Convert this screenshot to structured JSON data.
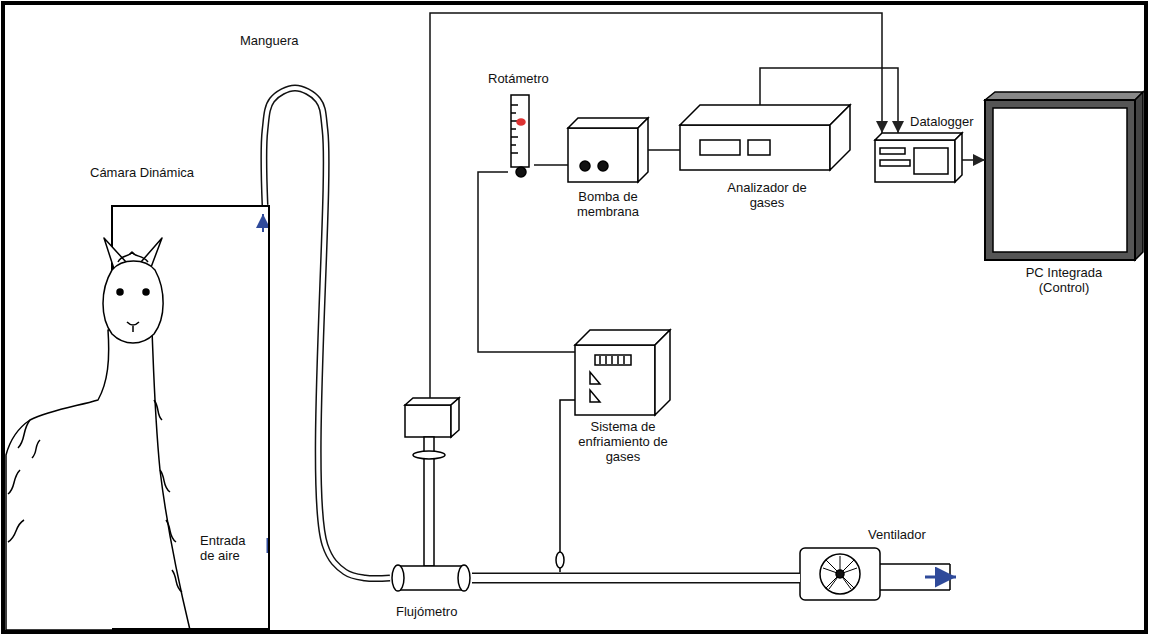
{
  "diagram": {
    "nodes": [
      {
        "text": [
          "Cámara Dinámica"
        ]
      },
      {
        "text": [
          "Flujómetro"
        ]
      },
      {
        "text": [
          "Sistema de enfriamiento de gases"
        ]
      },
      {
        "text": [
          "Rotámetro"
        ]
      },
      {
        "text": [
          "Bomba de membrana"
        ]
      },
      {
        "text": [
          "Analizador de gases"
        ]
      },
      {
        "text": [
          "Datalogger"
        ]
      },
      {
        "text": [
          "PC Integrada (Control)"
        ]
      },
      {
        "text": [
          "Ventilador"
        ]
      }
    ],
    "edges": [
      {
        "from": 0,
        "to": 1,
        "arrow": "none",
        "label": "Manguera"
      },
      {
        "from": 1,
        "to": 8,
        "arrow": "none"
      },
      {
        "from": 1,
        "to": 6,
        "arrow": "to"
      },
      {
        "from": 5,
        "to": 6,
        "arrow": "to"
      },
      {
        "from": 6,
        "to": 7,
        "arrow": "to"
      },
      {
        "from": 2,
        "to": 3,
        "arrow": "none"
      },
      {
        "from": 3,
        "to": 4,
        "arrow": "none"
      },
      {
        "from": 4,
        "to": 5,
        "arrow": "none"
      }
    ],
    "labels": [
      "Entrada de aire"
    ]
  }
}
